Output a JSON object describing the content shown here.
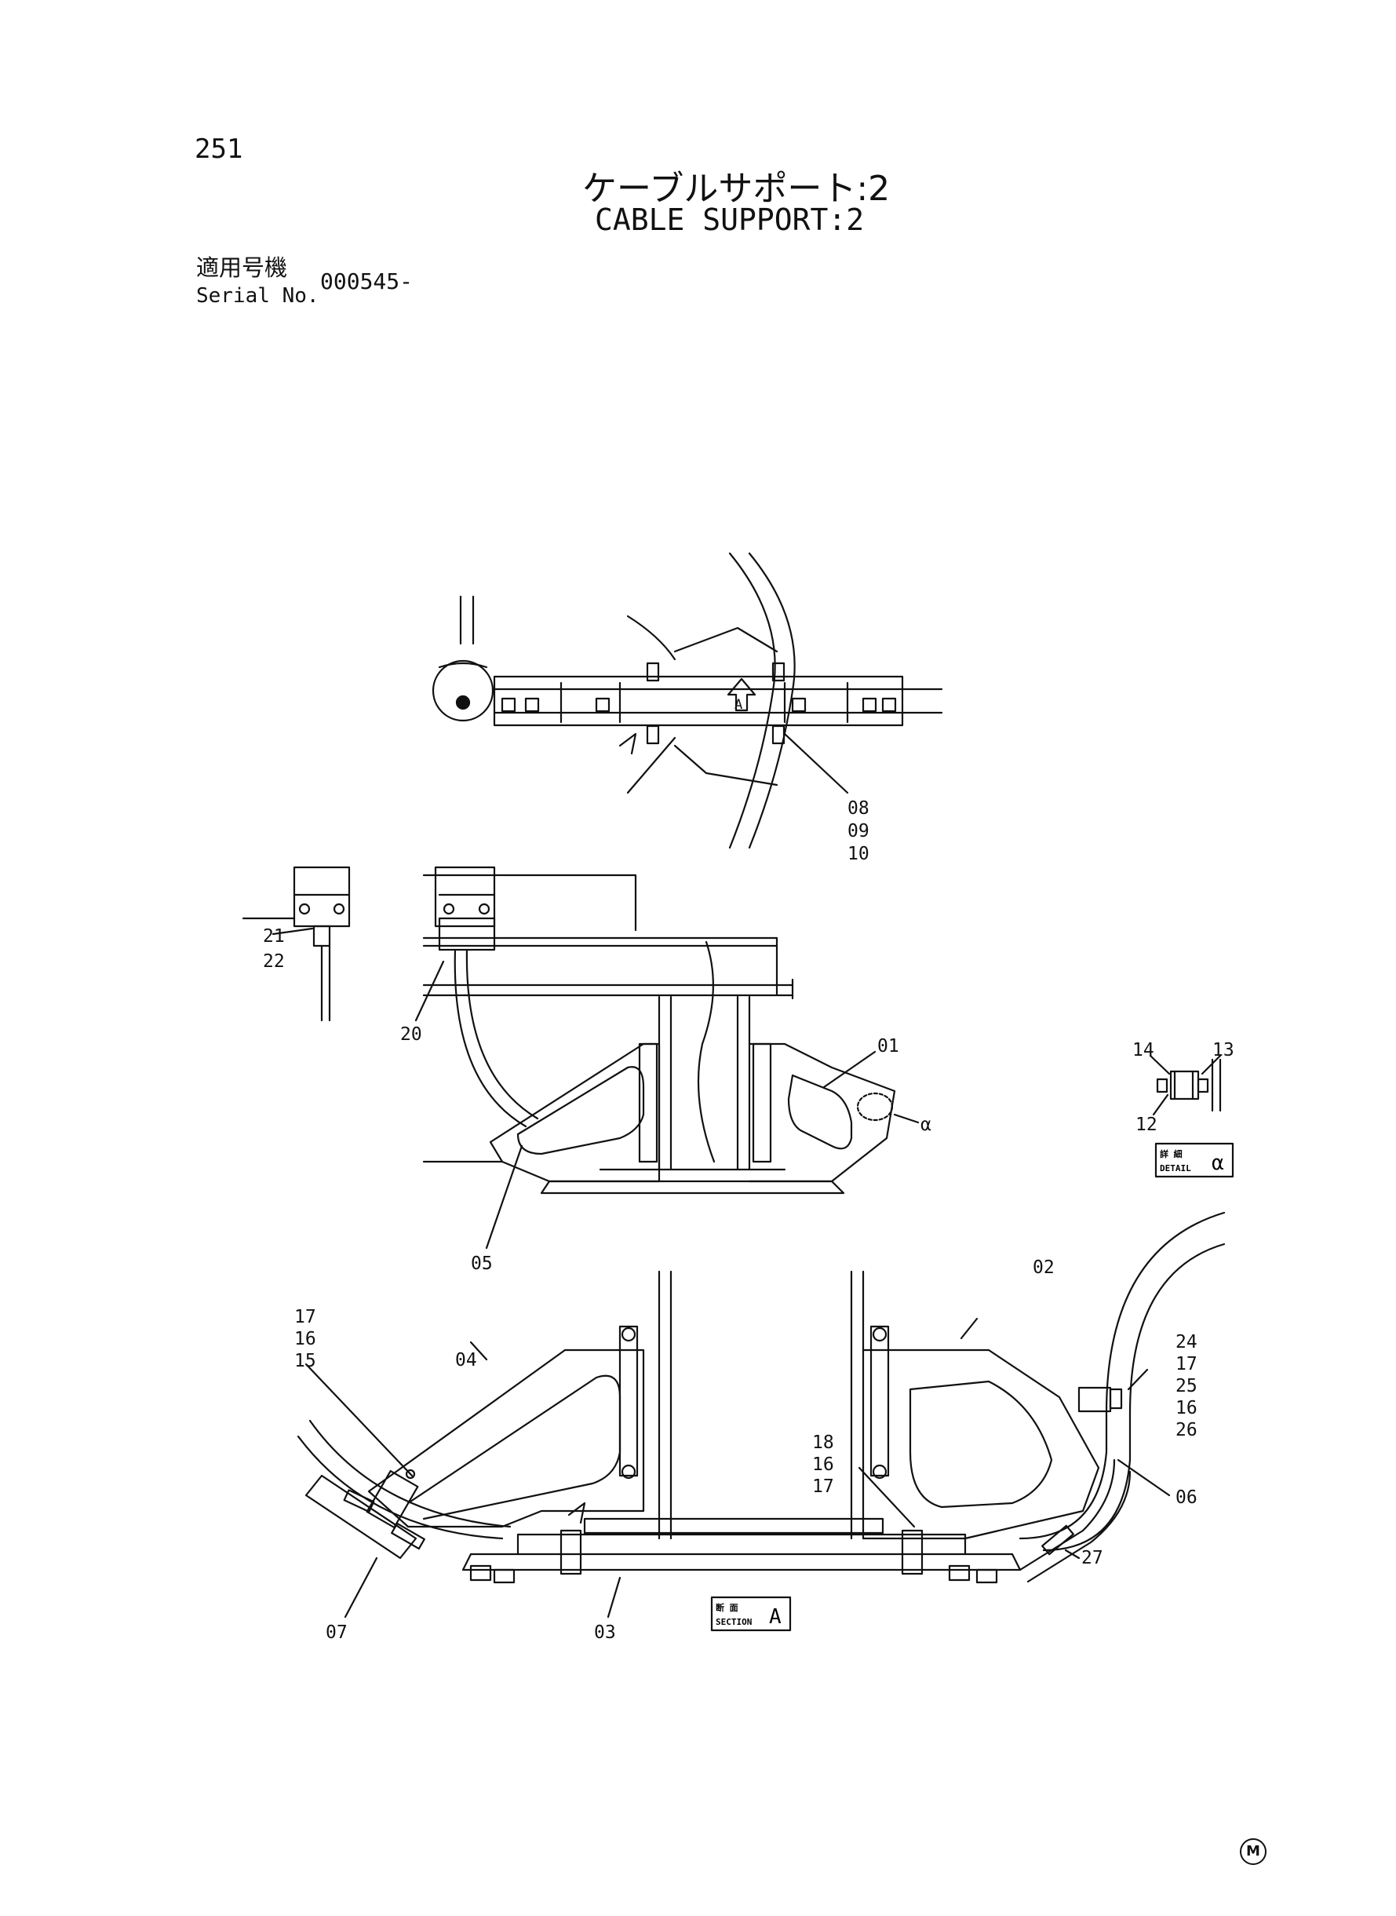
{
  "header": {
    "page_number": "251",
    "title_ja": "ケーブルサポート:2",
    "title_en": "CABLE SUPPORT:2",
    "serial_label_ja": "適用号機",
    "serial_label_en": "Serial No.",
    "serial_value": "000545-"
  },
  "parts": {
    "p08": "08",
    "p09": "09",
    "p10": "10",
    "p21": "21",
    "p22": "22",
    "p20": "20",
    "p01": "01",
    "p05": "05",
    "p_alpha": "α",
    "p14": "14",
    "p13": "13",
    "p12": "12",
    "p02": "02",
    "p04": "04",
    "p17a": "17",
    "p16a": "16",
    "p15": "15",
    "p24": "24",
    "p17b": "17",
    "p25": "25",
    "p16b": "16",
    "p26": "26",
    "p18": "18",
    "p16c": "16",
    "p17c": "17",
    "p06": "06",
    "p27": "27",
    "p07": "07",
    "p03": "03"
  },
  "views": {
    "view_marker": "A",
    "detail_ja": "詳 細",
    "detail_en": "DETAIL",
    "detail_id": "α",
    "section_ja": "断 面",
    "section_en": "SECTION",
    "section_id": "A"
  },
  "footer": {
    "mark": "M"
  }
}
